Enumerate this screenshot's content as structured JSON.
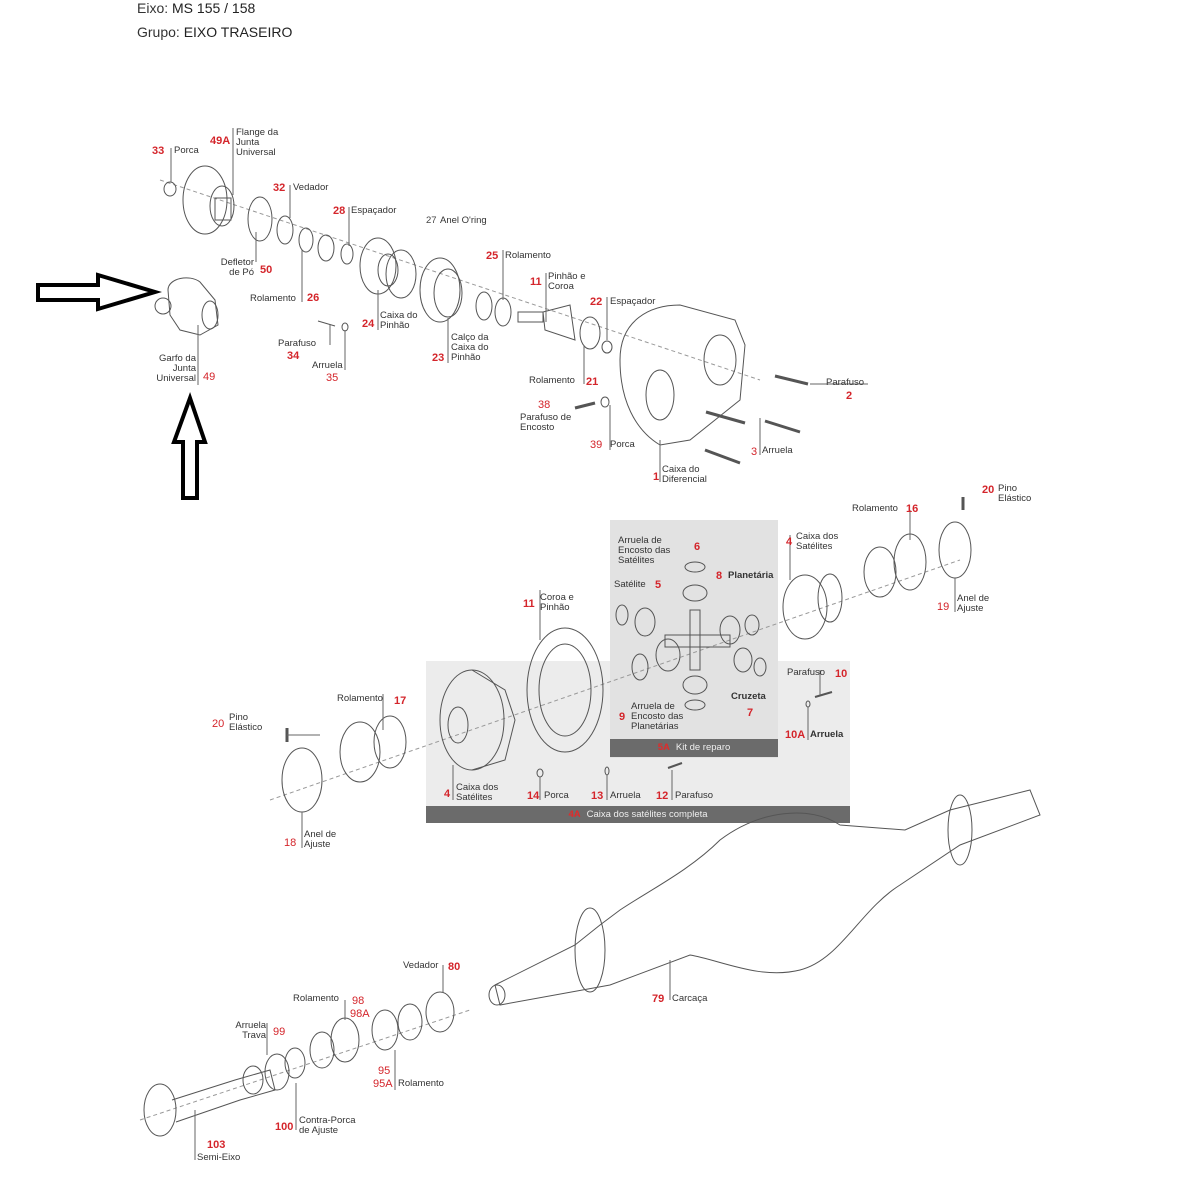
{
  "header": {
    "axle_label": "Eixo:",
    "axle_value": "MS 155 / 158",
    "group_label": "Grupo:",
    "group_value": "EIXO TRASEIRO"
  },
  "panels": {
    "kit_repair": {
      "code": "5A",
      "label": "Kit de reparo"
    },
    "satellite_case_complete": {
      "code": "4A",
      "label": "Caixa dos satélites completa"
    }
  },
  "callouts": [
    {
      "num": "33",
      "label": "Porca"
    },
    {
      "num": "49A",
      "label": "Flange da Junta Universal"
    },
    {
      "num": "32",
      "label": "Vedador"
    },
    {
      "num": "28",
      "label": "Espaçador"
    },
    {
      "num": "27",
      "label": "Anel O'ring"
    },
    {
      "num": "50",
      "label": "Defletor de Pó"
    },
    {
      "num": "26",
      "label": "Rolamento"
    },
    {
      "num": "25",
      "label": "Rolamento"
    },
    {
      "num": "11",
      "label": "Pinhão e Coroa"
    },
    {
      "num": "22",
      "label": "Espaçador"
    },
    {
      "num": "24",
      "label": "Caixa do Pinhão"
    },
    {
      "num": "23",
      "label": "Calço da Caixa do Pinhão"
    },
    {
      "num": "34",
      "label": "Parafuso"
    },
    {
      "num": "35",
      "label": "Arruela"
    },
    {
      "num": "49",
      "label": "Garfo da Junta Universal"
    },
    {
      "num": "21",
      "label": "Rolamento"
    },
    {
      "num": "2",
      "label": "Parafuso"
    },
    {
      "num": "38",
      "label": "Parafuso de Encosto"
    },
    {
      "num": "39",
      "label": "Porca"
    },
    {
      "num": "3",
      "label": "Arruela"
    },
    {
      "num": "1",
      "label": "Caixa do Diferencial"
    },
    {
      "num": "20",
      "label": "Pino Elástico"
    },
    {
      "num": "16",
      "label": "Rolamento"
    },
    {
      "num": "6",
      "label": "Arruela de Encosto das Satélites"
    },
    {
      "num": "4",
      "label": "Caixa dos Satélites"
    },
    {
      "num": "5",
      "label": "Satélite"
    },
    {
      "num": "8",
      "label": "Planetária"
    },
    {
      "num": "19",
      "label": "Anel de Ajuste"
    },
    {
      "num": "11",
      "label": "Coroa e Pinhão"
    },
    {
      "num": "10",
      "label": "Parafuso"
    },
    {
      "num": "9",
      "label": "Arruela de Encosto das Planetárias"
    },
    {
      "num": "7",
      "label": "Cruzeta"
    },
    {
      "num": "10A",
      "label": "Arruela"
    },
    {
      "num": "17",
      "label": "Rolamento"
    },
    {
      "num": "20",
      "label": "Pino Elástico"
    },
    {
      "num": "4",
      "label": "Caixa dos Satélites"
    },
    {
      "num": "14",
      "label": "Porca"
    },
    {
      "num": "13",
      "label": "Arruela"
    },
    {
      "num": "12",
      "label": "Parafuso"
    },
    {
      "num": "18",
      "label": "Anel de Ajuste"
    },
    {
      "num": "80",
      "label": "Vedador"
    },
    {
      "num": "98",
      "label": "Rolamento"
    },
    {
      "num": "98A",
      "label": ""
    },
    {
      "num": "99",
      "label": "Arruela Trava"
    },
    {
      "num": "95",
      "label": ""
    },
    {
      "num": "95A",
      "label": "Rolamento"
    },
    {
      "num": "79",
      "label": "Carcaça"
    },
    {
      "num": "100",
      "label": "Contra-Porca de Ajuste"
    },
    {
      "num": "103",
      "label": "Semi-Eixo"
    }
  ],
  "annotations": [
    {
      "type": "arrow-right",
      "points_to": "Garfo da Junta Universal"
    },
    {
      "type": "arrow-up",
      "points_to": "Garfo da Junta Universal"
    }
  ]
}
